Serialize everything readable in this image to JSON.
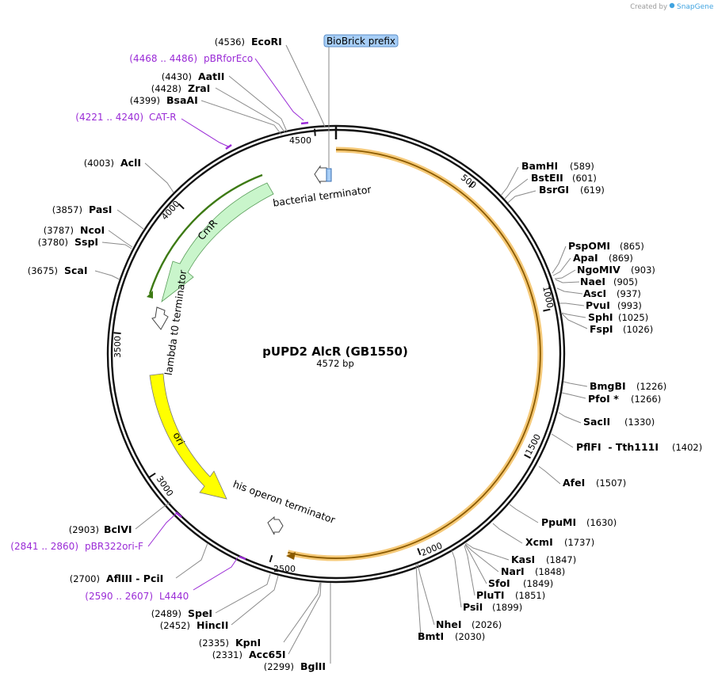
{
  "header": {
    "created_by": "Created by",
    "brand": "SnapGene"
  },
  "plasmid": {
    "name": "pUPD2 AlcR (GB1550)",
    "length_label": "4572 bp",
    "length": 4572
  },
  "colors": {
    "orange_feature": "#f5c978",
    "orange_dark": "#8a5a00",
    "cmr": "#c9f5cb",
    "cmr_dark": "#3d7a14",
    "ori": "#ffff00",
    "primer": "#9a2bd6",
    "biobrick": "#a7cef7",
    "biobrick_border": "#5b8fc8"
  },
  "ticks": [
    "500",
    "1000",
    "1500",
    "2000",
    "2500",
    "3000",
    "3500",
    "4000",
    "4500"
  ],
  "features": {
    "bacterial_terminator": "bacterial terminator",
    "cmr": "CmR",
    "lambda_t0": "lambda t0 terminator",
    "ori": "ori",
    "his_operon": "his operon terminator",
    "biobrick_prefix": "BioBrick prefix"
  },
  "sites": [
    {
      "name": "EcoRI",
      "pos": "(4536)"
    },
    {
      "name": "AatII",
      "pos": "(4430)"
    },
    {
      "name": "ZraI",
      "pos": "(4428)"
    },
    {
      "name": "BsaAI",
      "pos": "(4399)"
    },
    {
      "name": "AclI",
      "pos": "(4003)"
    },
    {
      "name": "PasI",
      "pos": "(3857)"
    },
    {
      "name": "NcoI",
      "pos": "(3787)"
    },
    {
      "name": "SspI",
      "pos": "(3780)"
    },
    {
      "name": "ScaI",
      "pos": "(3675)"
    },
    {
      "name": "BamHI",
      "pos": "(589)"
    },
    {
      "name": "BstEII",
      "pos": "(601)"
    },
    {
      "name": "BsrGI",
      "pos": "(619)"
    },
    {
      "name": "PspOMI",
      "pos": "(865)"
    },
    {
      "name": "ApaI",
      "pos": "(869)"
    },
    {
      "name": "NgoMIV",
      "pos": "(903)"
    },
    {
      "name": "NaeI",
      "pos": "(905)"
    },
    {
      "name": "AscI",
      "pos": "(937)"
    },
    {
      "name": "PvuI",
      "pos": "(993)"
    },
    {
      "name": "SphI",
      "pos": "(1025)"
    },
    {
      "name": "FspI",
      "pos": "(1026)"
    },
    {
      "name": "BmgBI",
      "pos": "(1226)"
    },
    {
      "name": "PfoI *",
      "pos": "(1266)"
    },
    {
      "name": "SacII",
      "pos": "(1330)"
    },
    {
      "name": "PflFI  - Tth111I",
      "pos": "(1402)"
    },
    {
      "name": "AfeI",
      "pos": "(1507)"
    },
    {
      "name": "PpuMI",
      "pos": "(1630)"
    },
    {
      "name": "XcmI",
      "pos": "(1737)"
    },
    {
      "name": "KasI",
      "pos": "(1847)"
    },
    {
      "name": "NarI",
      "pos": "(1848)"
    },
    {
      "name": "SfoI",
      "pos": "(1849)"
    },
    {
      "name": "PluTI",
      "pos": "(1851)"
    },
    {
      "name": "PsiI",
      "pos": "(1899)"
    },
    {
      "name": "NheI",
      "pos": "(2026)"
    },
    {
      "name": "BmtI",
      "pos": "(2030)"
    },
    {
      "name": "BglII",
      "pos": "(2299)"
    },
    {
      "name": "Acc65I",
      "pos": "(2331)"
    },
    {
      "name": "KpnI",
      "pos": "(2335)"
    },
    {
      "name": "HincII",
      "pos": "(2452)"
    },
    {
      "name": "SpeI",
      "pos": "(2489)"
    },
    {
      "name": "AflIII  - PciI",
      "pos": "(2700)"
    },
    {
      "name": "BclVI",
      "pos": "(2903)"
    }
  ],
  "primers": [
    {
      "name": "pBRforEco",
      "range": "(4468 .. 4486)"
    },
    {
      "name": "CAT-R",
      "range": "(4221 .. 4240)"
    },
    {
      "name": "pBR322ori-F",
      "range": "(2841 .. 2860)"
    },
    {
      "name": "L4440",
      "range": "(2590 .. 2607)"
    }
  ]
}
